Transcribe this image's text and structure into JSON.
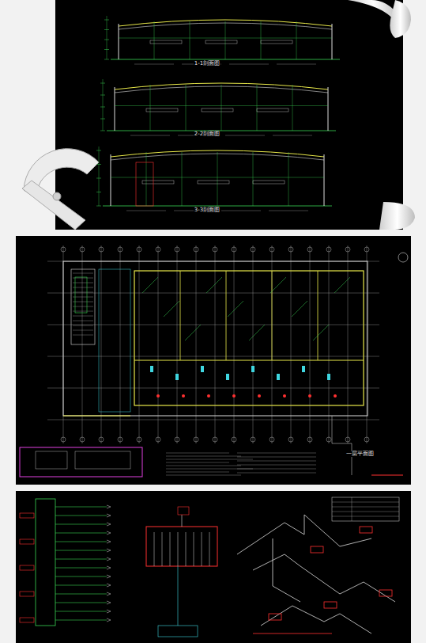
{
  "diagram": {
    "labels": [
      "1-1剖面图",
      "2-2剖面图",
      "3-3剖面图",
      "一层平面图"
    ]
  }
}
